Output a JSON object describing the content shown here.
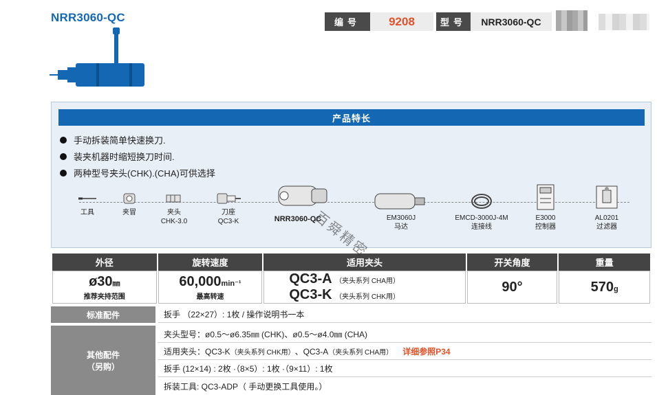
{
  "product": {
    "model": "NRR3060-QC"
  },
  "header": {
    "number_label": "编号",
    "number_value": "9208",
    "type_label": "型号",
    "type_value": "NRR3060-QC"
  },
  "features": {
    "title": "产品特长",
    "items": [
      "手动拆装简单快速换刀.",
      "装夹机器时缩短换刀时间.",
      "两种型号夹头(CHK).(CHA)可供选择"
    ]
  },
  "components": [
    {
      "name": "工具",
      "sub": ""
    },
    {
      "name": "夹冒",
      "sub": ""
    },
    {
      "name": "夹头",
      "sub": "CHK-3.0"
    },
    {
      "name": "刀座",
      "sub": "QC3-K"
    },
    {
      "name": "NRR3060-QC",
      "sub": ""
    },
    {
      "name": "EM3060J",
      "sub": "马达"
    },
    {
      "name": "EMCD-3000J-4M",
      "sub": "连接线"
    },
    {
      "name": "E3000",
      "sub": "控制器"
    },
    {
      "name": "AL0201",
      "sub": "过滤器"
    }
  ],
  "watermark": "百舜精密",
  "specs": {
    "headers": [
      "外径",
      "旋转速度",
      "适用夹头",
      "开关角度",
      "重量"
    ],
    "diameter_value": "ø30",
    "diameter_unit": "㎜",
    "diameter_sub": "推荐夹持范围",
    "speed_value": "60,000",
    "speed_unit": "min⁻¹",
    "speed_sub": "最高转速",
    "collet_a": "QC3-A",
    "collet_a_note": "（夹头系列 CHA用）",
    "collet_k": "QC3-K",
    "collet_k_note": "（夹头系列 CHK用）",
    "angle_value": "90°",
    "weight_value": "570",
    "weight_unit": "g"
  },
  "accessories": {
    "standard_label": "标准配件",
    "standard_text": "扳手 （22×27）: 1枚 /  操作说明书一本",
    "other_label_1": "其他配件",
    "other_label_2": "（另购）",
    "collet_models": "夹头型号：ø0.5～ø6.35㎜ (CHK)、ø0.5～ø4.0㎜ (CHA)",
    "holder_prefix": "适用夹头：QC3-K",
    "holder_k_note": "（夹头系列 CHK用）",
    "holder_mid": "、QC3-A",
    "holder_a_note": "（夹头系列 CHA用）",
    "holder_ref": "详细参照P34",
    "wrenches": "扳手 (12×14) : 2枚 ·（8×5）: 1枚 ·（9×11）: 1枚",
    "tool": "拆装工具: QC3-ADP（ 手动更换工具使用。）"
  },
  "colors": {
    "brand_blue": "#1468b3",
    "accent_red": "#e0532a",
    "header_dark": "#444444"
  }
}
